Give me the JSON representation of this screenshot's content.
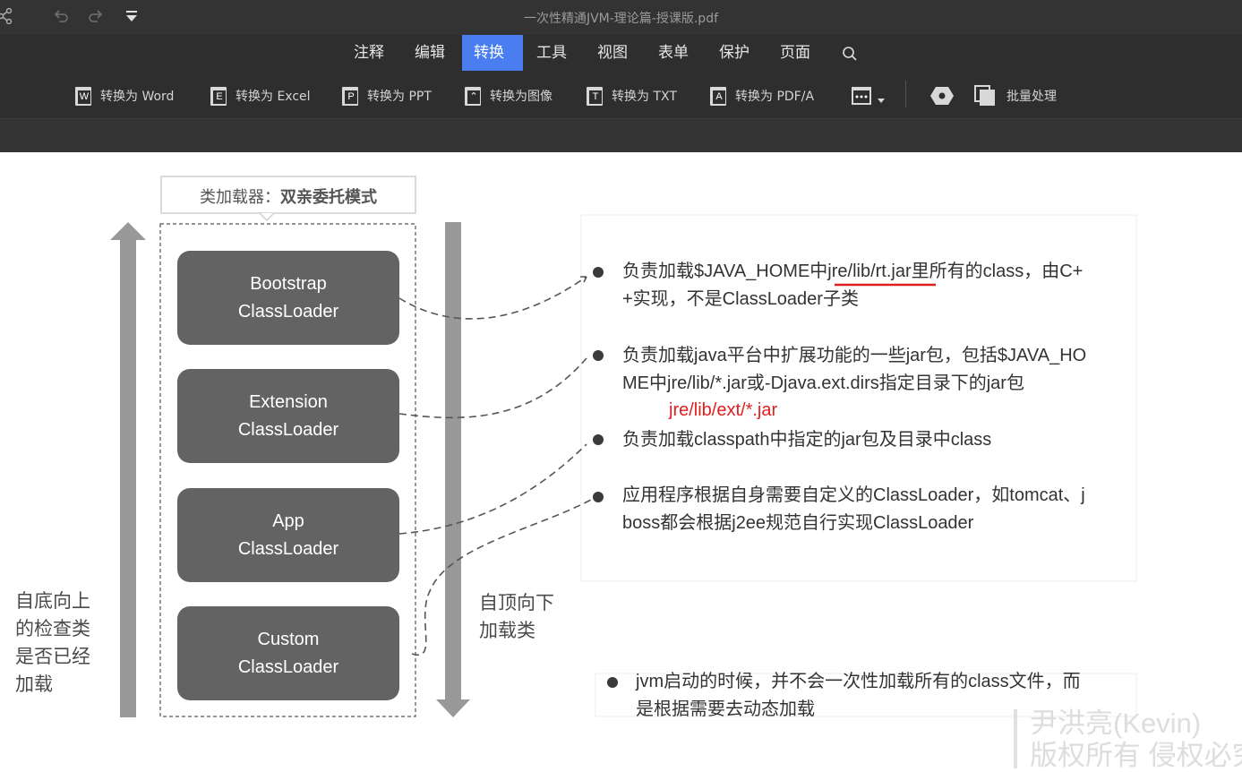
{
  "window": {
    "title": "一次性精通JVM-理论篇-授课版.pdf"
  },
  "menu": {
    "items": [
      "注释",
      "编辑",
      "转换",
      "工具",
      "视图",
      "表单",
      "保护",
      "页面"
    ],
    "active_index": 2
  },
  "toolbar": {
    "items": [
      {
        "letter": "W",
        "label": "转换为 Word"
      },
      {
        "letter": "E",
        "label": "转换为 Excel"
      },
      {
        "letter": "P",
        "label": "转换为 PPT"
      },
      {
        "letter": "⌃",
        "label": "转换为图像"
      },
      {
        "letter": "T",
        "label": "转换为 TXT"
      },
      {
        "letter": "A",
        "label": "转换为 PDF/A"
      }
    ],
    "batch_label": "批量处理"
  },
  "slide": {
    "header_prefix": "类加载器：",
    "header_bold": "双亲委托模式",
    "loaders": [
      {
        "line1": "Bootstrap",
        "line2": "ClassLoader"
      },
      {
        "line1": "Extension",
        "line2": "ClassLoader"
      },
      {
        "line1": "App",
        "line2": "ClassLoader"
      },
      {
        "line1": "Custom",
        "line2": "ClassLoader"
      }
    ],
    "left_label": [
      "自底向上",
      "的检查类",
      "是否已经",
      "加载"
    ],
    "right_label": [
      "自顶向下",
      "加载类"
    ],
    "desc1_a": "负责加载$JAVA_HOME中",
    "desc1_u": "jre/lib/rt.jar",
    "desc1_b": "里所有的class，由C+",
    "desc1_line2": "+实现，不是ClassLoader子类",
    "desc2_line1": "负责加载java平台中扩展功能的一些jar包，包括$JAVA_HO",
    "desc2_line2": "ME中jre/lib/*.jar或-Djava.ext.dirs指定目录下的jar包",
    "desc2_red": "jre/lib/ext/*.jar",
    "desc3": "负责加载classpath中指定的jar包及目录中class",
    "desc4_line1": "应用程序根据自身需要自定义的ClassLoader，如tomcat、j",
    "desc4_line2": "boss都会根据j2ee规范自行实现ClassLoader",
    "note_line1": "jvm启动的时候，并不会一次性加载所有的class文件，而",
    "note_line2": "是根据需要去动态加载",
    "watermark_line1": "尹洪亮(Kevin)",
    "watermark_line2": "版权所有 侵权必究"
  },
  "colors": {
    "accent": "#4a7ef0",
    "loader_box": "#636363",
    "arrow": "#999999",
    "red": "#e02020"
  }
}
